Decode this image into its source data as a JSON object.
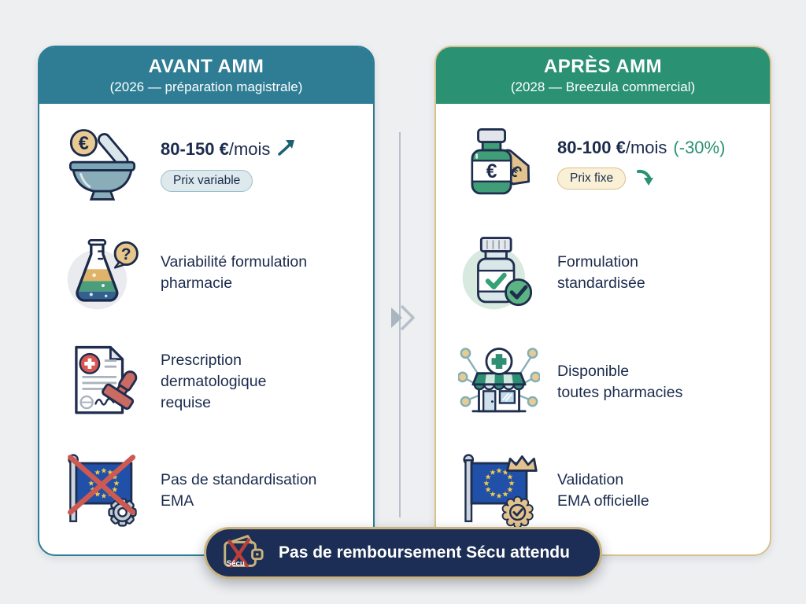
{
  "left_card": {
    "title": "AVANT AMM",
    "subtitle": "(2026 — préparation magistrale)",
    "accent_color": "#2e7d95",
    "rows": [
      {
        "icon": "mortar-pestle-euro-icon",
        "amount": "80-150 €",
        "unit": "/mois",
        "badge": "Prix variable",
        "trend": "up"
      },
      {
        "icon": "flask-question-icon",
        "text": "Variabilité formulation\npharmacie"
      },
      {
        "icon": "prescription-stamp-icon",
        "text": "Prescription\ndermatologique\nrequise"
      },
      {
        "icon": "eu-flag-crossed-gear-icon",
        "text": "Pas de standardisation\nEMA"
      }
    ]
  },
  "right_card": {
    "title": "APRÈS AMM",
    "subtitle": "(2028 — Breezula commercial)",
    "accent_color": "#2a9173",
    "border_color": "#d8c28b",
    "rows": [
      {
        "icon": "bottle-price-tag-icon",
        "amount": "80-100 €",
        "unit": "/mois",
        "delta": "(-30%)",
        "badge": "Prix fixe",
        "trend": "down"
      },
      {
        "icon": "pill-bottle-check-icon",
        "text": "Formulation\nstandardisée"
      },
      {
        "icon": "pharmacy-network-icon",
        "text": "Disponible\ntoutes pharmacies"
      },
      {
        "icon": "eu-flag-approved-icon",
        "text": "Validation\nEMA officielle"
      }
    ]
  },
  "banner": {
    "text": "Pas de remboursement Sécu attendu",
    "wallet_label": "Sécu",
    "background": "#1c2e55",
    "border_color": "#c9b37c"
  },
  "icons": {
    "euro": "€",
    "question": "?"
  },
  "colors": {
    "navy_text": "#1b2b4d",
    "teal": "#2e7d95",
    "green": "#2a9173",
    "gold": "#c9b37c",
    "red_cross": "#c85550",
    "badge_blue_bg": "#dde9ec",
    "badge_cream_bg": "#faf0d6",
    "background": "#edeff1"
  }
}
